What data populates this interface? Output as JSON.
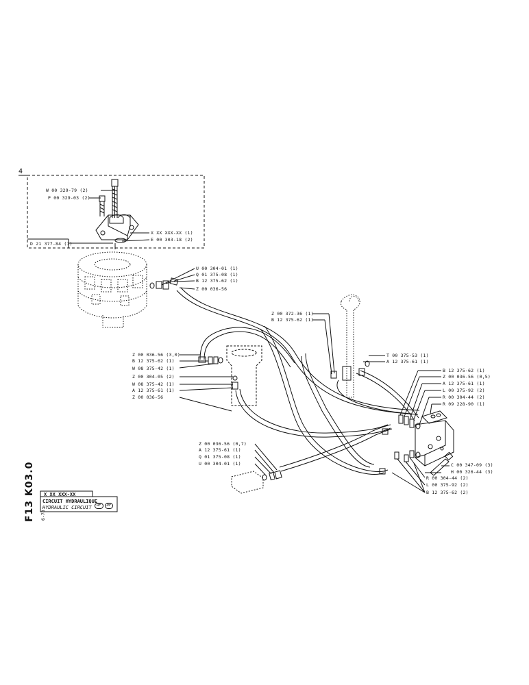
{
  "callout_number": "4",
  "inset_labels": {
    "w329": "W 00 329-79 (2)",
    "p329": "P 00 329-03 (2)",
    "xx": "X XX XXX-XX (1)",
    "e303": "E 00 303-18 (2)",
    "d21": "D 21 377-84 (1)"
  },
  "labels": [
    "U 00 304-01 (1)",
    "Q 01 375-08 (1)",
    "B 12 375-62 (1)",
    "Z 00 036-56",
    "Z 00 372-36 (1)",
    "B 12 375-62 (1)",
    "T 00 375-53 (1)",
    "A 12 375-61 (1)",
    "Z 00 036-56 (3,0)",
    "B 12 375-62 (1)",
    "W 08 375-42 (1)",
    "Z 00 304-05 (2)",
    "W 08 375-42 (1)",
    "A 12 375-61 (1)",
    "Z 00 036-56",
    "B 12 375-62 (1)",
    "Z 00 036-56 (0,5)",
    "A 12 375-61 (1)",
    "L 00 375-92 (2)",
    "R 00 304-44 (2)",
    "R 09 228-90 (1)",
    "Z 00 036-56 (0,7)",
    "A 12 375-61 (1)",
    "Q 01 375-08 (1)",
    "U 00 304-01 (1)",
    "C 00 347-09 (3)",
    "H 00 326-44 (3)",
    "R 00 304-44 (2)",
    "L 00 375-92 (2)",
    "B 12 375-62 (2)"
  ],
  "vertical_code": "F13  K03.0",
  "vertical_date": "6-78",
  "title_block": {
    "ref": "X XX XXX-XX",
    "title_fr": "CIRCUIT HYDRAULIQUE",
    "title_en": "HYDRAULIC CIRCUIT",
    "badge_rf": "RF",
    "badge_df": "DF"
  }
}
